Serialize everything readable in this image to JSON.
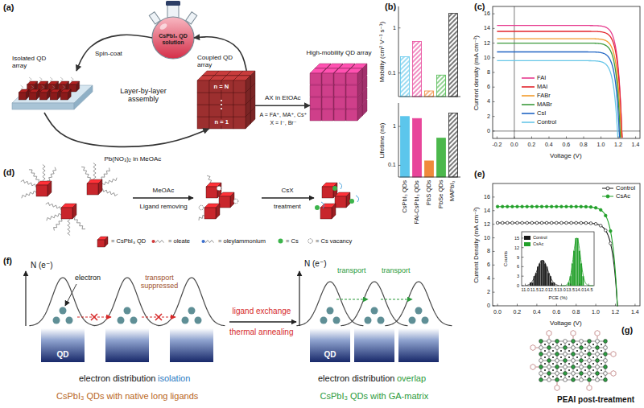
{
  "diagram": {
    "nodes": [
      {
        "text": [
          "CsPbI₃ QD solution"
        ]
      },
      {
        "text": [
          "Isolated QD array"
        ]
      },
      {
        "text": [
          "Coupled QD array",
          "n = N",
          "n = 1"
        ]
      },
      {
        "text": [
          "High-mobility QD array"
        ]
      },
      {
        "text": [
          "QD"
        ]
      },
      {
        "text": [
          "QD"
        ]
      }
    ],
    "edges": [
      {
        "from": 0,
        "to": 1,
        "arrow": "to",
        "label": "Spin-coat"
      },
      {
        "from": 1,
        "to": 2,
        "arrow": "to",
        "label": "Pb(NO₃)₂ in MeOAc"
      },
      {
        "from": 2,
        "to": 0,
        "arrow": "to"
      },
      {
        "from": 2,
        "to": 3,
        "arrow": "to",
        "label": "AX in EtOAc"
      }
    ],
    "labels": [
      "(a)",
      "Layer-by-layer assembly",
      "A = FA⁺, MA⁺, Cs⁺",
      "X = I⁻, Br⁻",
      "(b)",
      "Mobility (cm² V⁻¹ s⁻¹)",
      "1",
      "0.1",
      "Lifetime (ns)",
      "1",
      "0.1",
      "CsPbI₃ QDs",
      "FAI-CsPbI₃ QDs",
      "PbS QDs",
      "PbSe QDs",
      "MAPbI₃",
      "(c)",
      "Current density (mA cm⁻²)",
      "Voltage (V)",
      "-0.2",
      "0.0",
      "0.2",
      "0.4",
      "0.6",
      "0.8",
      "1.0",
      "1.2",
      "1.4",
      "0",
      "2",
      "4",
      "6",
      "8",
      "10",
      "12",
      "14",
      "16",
      "(d)",
      "MeOAc",
      "Ligand removing",
      "CsX",
      "treatment",
      "(e)",
      "Current Density (mA cm⁻²)",
      "Voltage (V)",
      "0.0",
      "0.2",
      "0.4",
      "0.6",
      "0.8",
      "1.0",
      "1.2",
      "1.4",
      "0",
      "2",
      "4",
      "6",
      "8",
      "10",
      "12",
      "14",
      "16",
      "Counts",
      "PCE (%)",
      "11.0",
      "11.5",
      "12.0",
      "12.5",
      "13.0",
      "13.5",
      "14.0",
      "14.5",
      "0",
      "3",
      "6",
      "9",
      "12",
      "15",
      "(f)",
      "N (e⁻)",
      "electron",
      "transport suppressed",
      "electron distribution",
      "isolation",
      "CsPbI₃ QDs with native long ligands",
      "ligand exchange",
      "thermal annealing",
      "N (e⁻)",
      "transport",
      "transport",
      "electron distribution",
      "overlap",
      "CsPbI₃ QDs with GA-matrix",
      "(g)",
      "PEAI post-treatment"
    ],
    "legend": [
      {
        "text": "FAI"
      },
      {
        "text": "MAI"
      },
      {
        "text": "FABr"
      },
      {
        "text": "MABr"
      },
      {
        "text": "CsI"
      },
      {
        "text": "Control"
      },
      {
        "text": "= CsPbI₃ QD"
      },
      {
        "text": "= oleate"
      },
      {
        "text": "= oleylammonium"
      },
      {
        "text": "= Cs"
      },
      {
        "text": "= Cs vacancy"
      },
      {
        "text": "Control"
      },
      {
        "text": "CsAc"
      },
      {
        "text": "Control",
        "color": "#1a1a1a"
      },
      {
        "text": "CsAc",
        "color": "#22a02a"
      }
    ]
  }
}
